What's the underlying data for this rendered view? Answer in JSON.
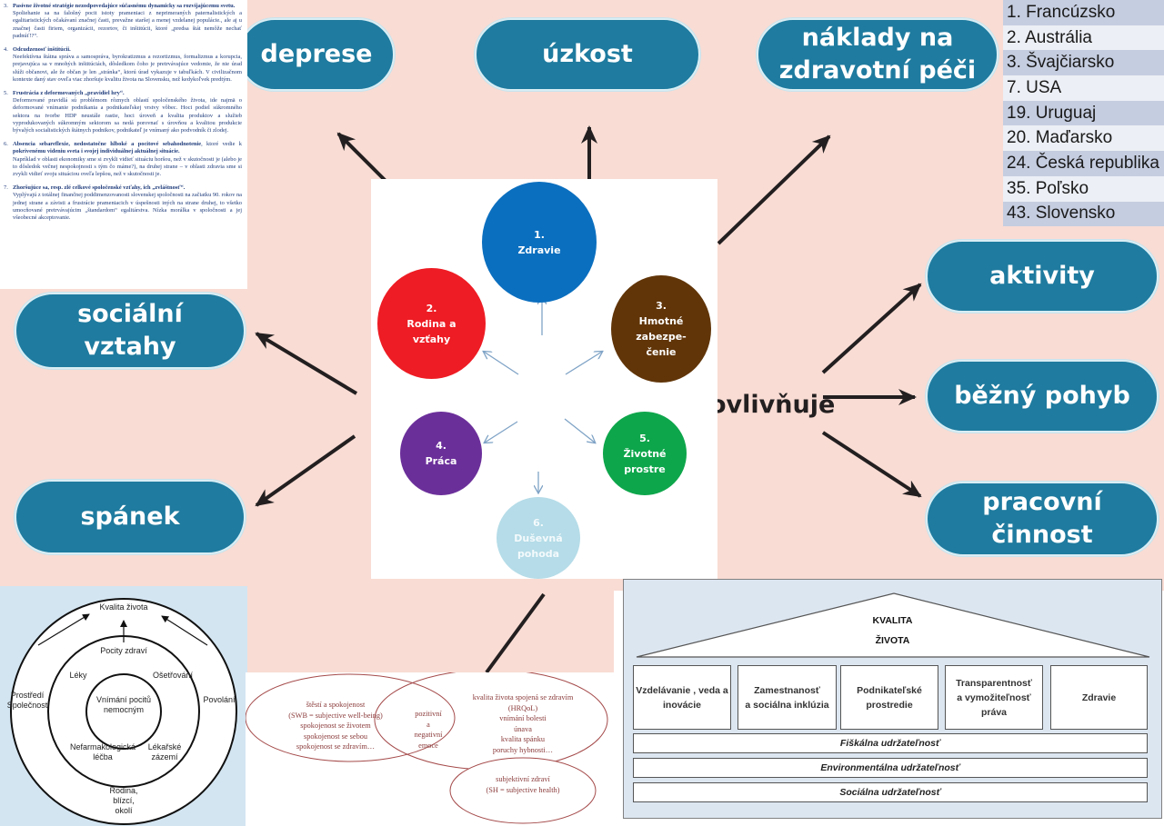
{
  "influence_diagram": {
    "center_label": "ovlivňuje",
    "top_nodes": [
      {
        "lines": [
          "deprese"
        ]
      },
      {
        "lines": [
          "úzkost"
        ]
      },
      {
        "lines": [
          "náklady na",
          "zdravotní péči"
        ]
      }
    ],
    "left_nodes": [
      {
        "lines": [
          "sociální",
          "vztahy"
        ]
      },
      {
        "lines": [
          "spánek"
        ]
      }
    ],
    "right_nodes": [
      {
        "lines": [
          "aktivity"
        ]
      },
      {
        "lines": [
          "běžný pohyb"
        ]
      },
      {
        "lines": [
          "pracovní",
          "činnost"
        ]
      }
    ],
    "colors": {
      "background": "#f9dcd4",
      "pill": "#1f7b9f",
      "arrow": "#231f20"
    }
  },
  "document": {
    "items": [
      {
        "num": "3.",
        "title": "Pasívne životné stratégie nezodpovedajúce súčasnému dynamicky sa rozvíjajúcemu svetu.",
        "body": "Spoliehanie sa na falošný pocit istoty prameniaci z neprimeraných paternalistických a egalitaristických očakávaní značnej časti, prevažne staršej a menej vzdelanej populácie., ale aj u značnej časti firiem, organizácii, rezortov, či inštitúcii, ktoré „predsa štát nemôže nechať padnúť!?“."
      },
      {
        "num": "4.",
        "title": "Odcudzenosť inštitúcii.",
        "body": "Neefektívna štátna správa a samospráva, byrokratizmus a rezortizmus, formalizmus a korupcia, prejavujúca sa v mnohých inštitúciách, dôsledkom čoho je pretrvávajúce vedomie, že nie úrad slúži občanovi, ale že občan je len „stránka“, ktorú úrad vykazuje v tabuľkách. V civilizačnom kontexte daný stav oveľa viac zhoršuje kvalitu života na Slovensku, než kedykoľvek predtým."
      },
      {
        "num": "5.",
        "title": "Frustrácia z deformovaných „pravidiel hry“.",
        "body": "Deformované pravidlá sú problémom rôznych oblastí spoločenského života, ide najmä o deformované vnímanie podnikania a podnikateľskej vrstvy vôbec. Hoci podiel súkromného sektora na tvorbe HDP neustále rastie, hoci úroveň a kvalita produktov a služieb vyprodukovaných súkromným sektorom sa nedá porovnať s úrovňou a kvalitou produkcie bývalých socialistických štátnych podnikov, podnikateľ je vnímaný ako podvodník či zlodej."
      },
      {
        "num": "6.",
        "title": "Absencia sebareflexie, nedostatočne hlboké a pocitové sebahodnotenie",
        "title_suffix": ", ktoré vedie k",
        "title2": "pokrivenému videniu sveta i svojej individuálnej aktuálnej situácie.",
        "body": "Napríklad v oblasti ekonomiky sme si zvykli vidieť situáciu horšou, než v skutočnosti je (alebo je to dôsledok večnej nespokojnosti s tým čo máme?), na druhej strane – v oblasti zdravia sme si zvykli vidieť svoju situáciou oveľa lepšou, než v skutočnosti je."
      },
      {
        "num": "7.",
        "title": "Zhoršujúce sa, resp. zlé celkové spoločenské vzťahy, ich „zvláštnosť“.",
        "body": "Vyplývajú z totálnej finančnej poddimenzovanosti slovenskej spoločnosti na začiatku 90. rokov na jednej strane a závisti a frustrácie prameniacich v úspešnosti iných na strane druhej, to všetko umocňované pretrvávajúcim „štandardom“ egalitárstva. Nízka morálka v spoločnosti a jej všeobecné akceptovanie."
      }
    ]
  },
  "ranking": {
    "rows": [
      "1. Francúzsko",
      "2. Austrália",
      "3. Švajčiarsko",
      "7. USA",
      "19. Uruguaj",
      "20. Maďarsko",
      "24. Česká republika",
      "35. Poľsko",
      "43. Slovensko"
    ]
  },
  "quality_circles": {
    "nodes": [
      {
        "num": "1.",
        "lines": [
          "Zdravie"
        ],
        "color": "#0b6fbf"
      },
      {
        "num": "2.",
        "lines": [
          "Rodina a",
          "vzťahy"
        ],
        "color": "#ee1c24"
      },
      {
        "num": "3.",
        "lines": [
          "Hmotné",
          "zabezpe-",
          "čenie"
        ],
        "color": "#613508"
      },
      {
        "num": "4.",
        "lines": [
          "Práca"
        ],
        "color": "#6b2f9a"
      },
      {
        "num": "5.",
        "lines": [
          "Životné",
          "prostre"
        ],
        "color": "#0ea64b"
      },
      {
        "num": "6.",
        "lines": [
          "Duševná",
          "pohoda"
        ],
        "color": "#b5dce8"
      }
    ],
    "arrow_color": "#7fa3c6"
  },
  "concentric": {
    "top": "Kvalita života",
    "health_feelings": "Pocity zdraví",
    "core": [
      "Vnímání pocitů",
      "nemocným"
    ],
    "meds": "Léky",
    "care": "Ošetřování",
    "nonpharma": [
      "Nefarmakologická",
      "léčba"
    ],
    "medical": [
      "Lékařské",
      "zázemí"
    ],
    "environment": [
      "Prostředí",
      "Společnost"
    ],
    "occupation": "Povolání",
    "family": [
      "Rodina,",
      "blízcí,",
      "okolí"
    ]
  },
  "venn": {
    "left": [
      "štěstí a spokojenost",
      "(SWB = subjective well-being)",
      "spokojenost se životem",
      "spokojenost se sebou",
      "spokojenost se zdravím…"
    ],
    "middle": [
      "pozitivní",
      "a",
      "negativní",
      "emoce"
    ],
    "right": [
      "kvalita života spojená se zdravím",
      "(HRQoL)",
      "vnímání bolesti",
      "únava",
      "kvalita spánku",
      "poruchy hybnosti…"
    ],
    "bottom": [
      "subjektivní zdraví",
      "(SH = subjective health)"
    ],
    "color": "#a54a4a"
  },
  "house": {
    "roof": [
      "KVALITA",
      "ŽIVOTA"
    ],
    "pillars": [
      [
        "Vzdelávanie , veda a",
        "inovácie"
      ],
      [
        "Zamestnanosť",
        "a sociálna inklúzia"
      ],
      [
        "Podnikateľské",
        "prostredie"
      ],
      [
        "Transparentnosť",
        "a vymožiteľnosť",
        "práva"
      ],
      [
        "Zdravie"
      ]
    ],
    "bases": [
      "Fiškálna udržateľnosť",
      "Environmentálna  udržateľnosť",
      "Sociálna udržateľnosť"
    ]
  }
}
